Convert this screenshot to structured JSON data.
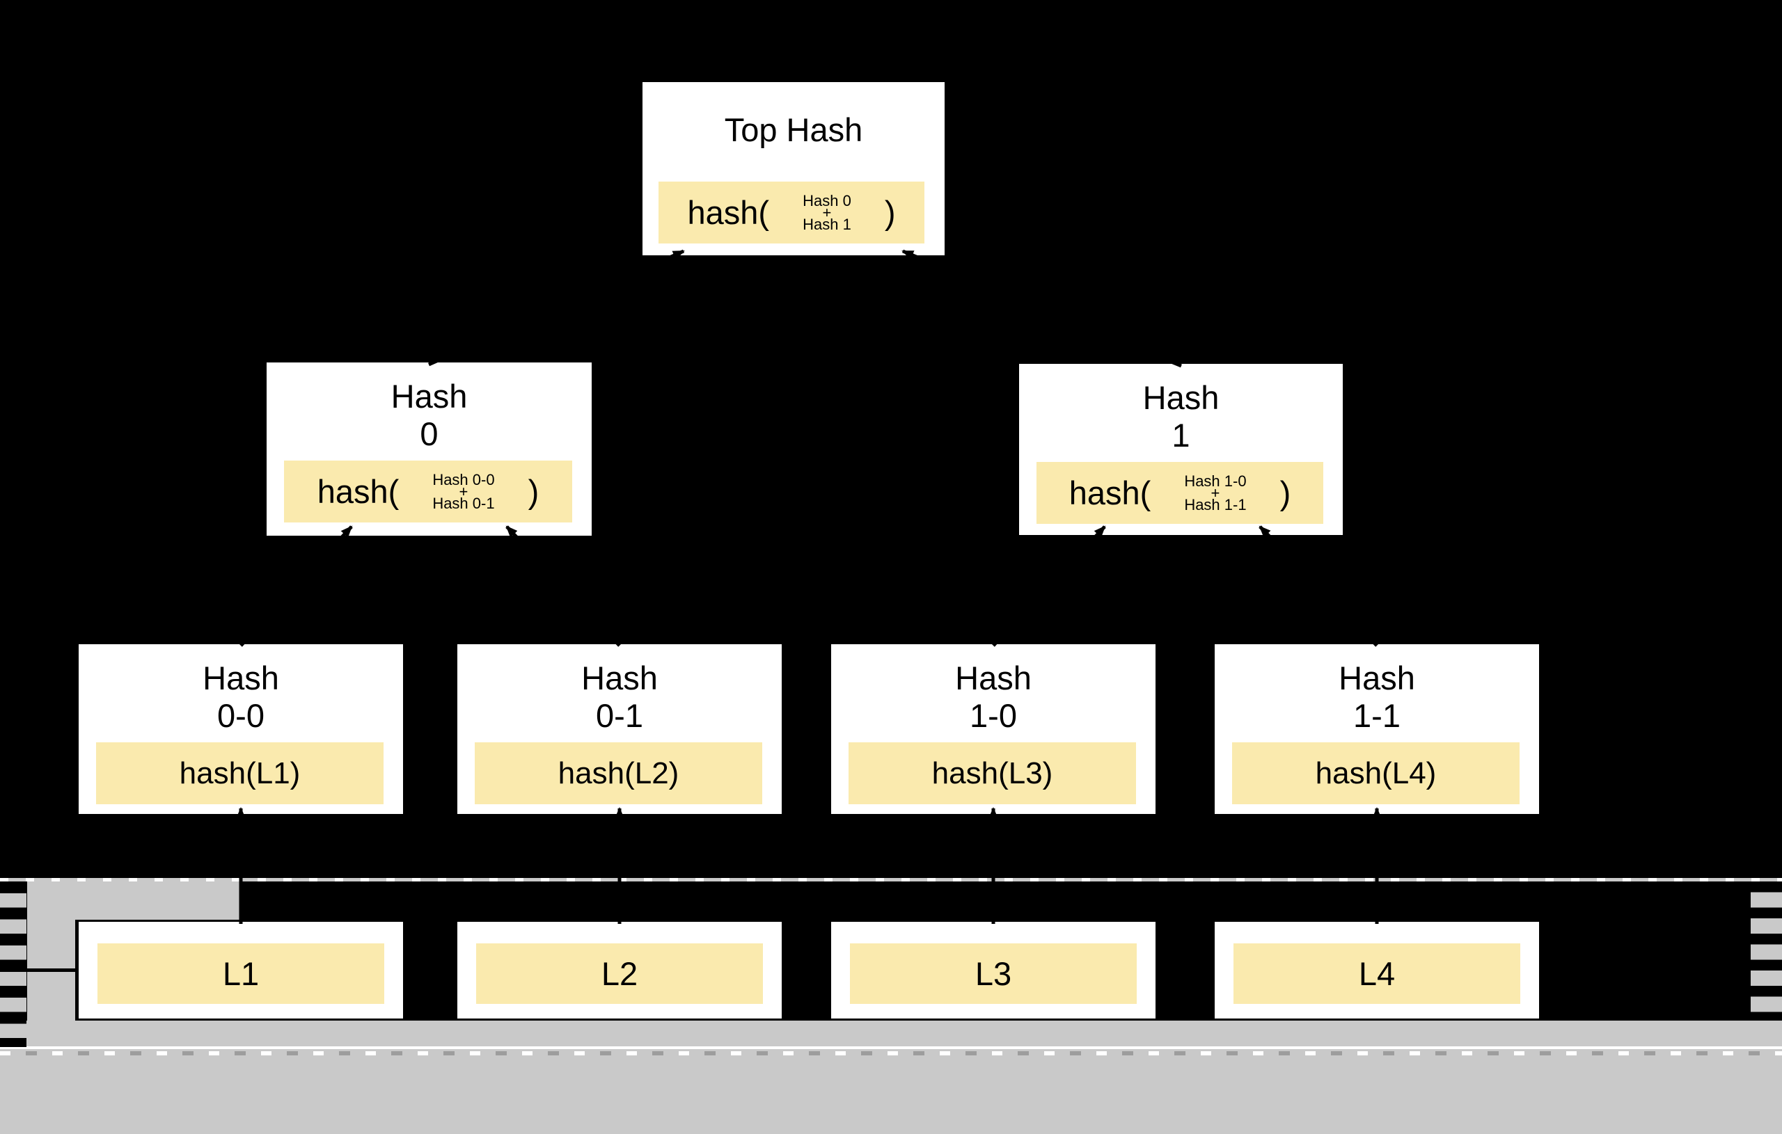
{
  "title": "Merkle hash tree diagram",
  "colors": {
    "background": "#000000",
    "box_fill": "#ffffff",
    "box_border": "#000000",
    "highlight": "#faeaae",
    "band": "#c9c9c9",
    "line_white": "#ffffff",
    "text": "#000000"
  },
  "tree": {
    "root": {
      "title": "Top Hash",
      "fn": "hash(",
      "arg_top": "Hash 0",
      "plus": "+",
      "arg_bottom": "Hash 1",
      "close": ")"
    },
    "internal": [
      {
        "title_line1": "Hash",
        "title_line2": "0",
        "fn": "hash(",
        "arg_top": "Hash 0-0",
        "plus": "+",
        "arg_bottom": "Hash 0-1",
        "close": ")"
      },
      {
        "title_line1": "Hash",
        "title_line2": "1",
        "fn": "hash(",
        "arg_top": "Hash 1-0",
        "plus": "+",
        "arg_bottom": "Hash 1-1",
        "close": ")"
      }
    ],
    "leaves": [
      {
        "title_line1": "Hash",
        "title_line2": "0-0",
        "formula": "hash(L1)"
      },
      {
        "title_line1": "Hash",
        "title_line2": "0-1",
        "formula": "hash(L2)"
      },
      {
        "title_line1": "Hash",
        "title_line2": "1-0",
        "formula": "hash(L3)"
      },
      {
        "title_line1": "Hash",
        "title_line2": "1-1",
        "formula": "hash(L4)"
      }
    ],
    "blocks": [
      {
        "label": "L1"
      },
      {
        "label": "L2"
      },
      {
        "label": "L3"
      },
      {
        "label": "L4"
      }
    ]
  }
}
